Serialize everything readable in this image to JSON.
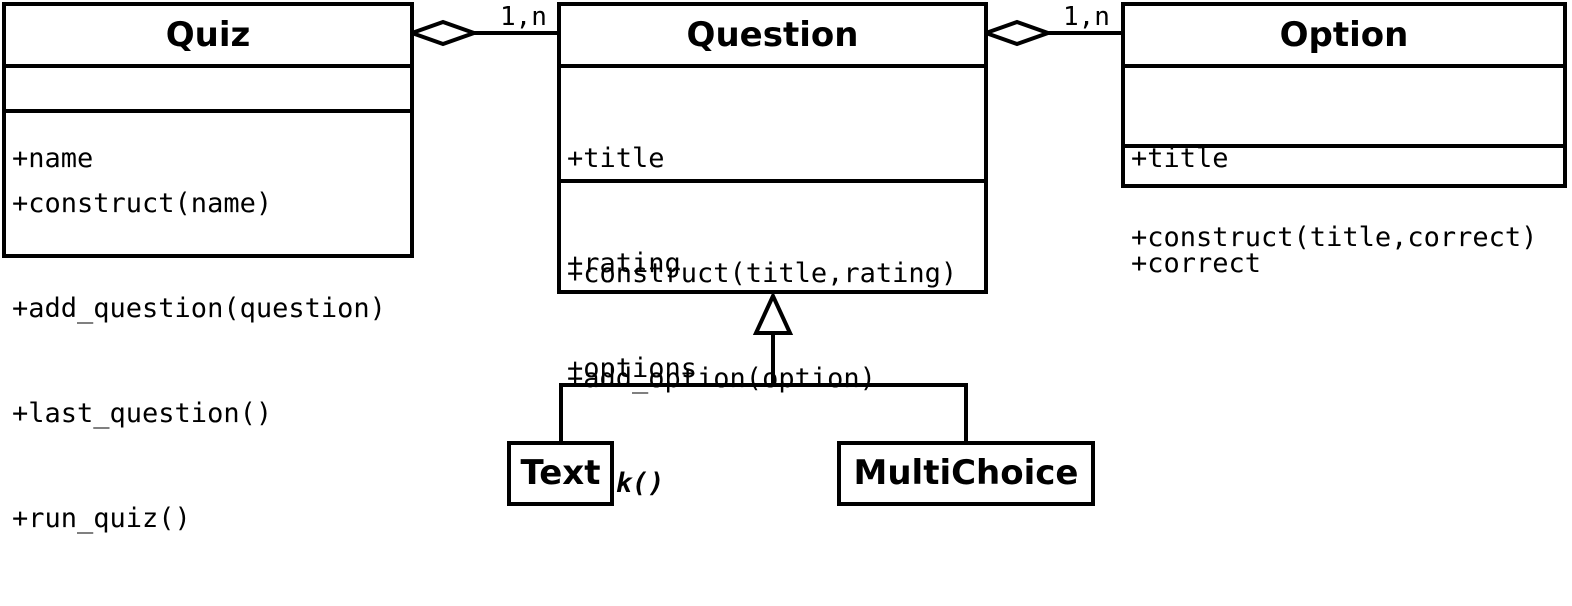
{
  "classes": {
    "quiz": {
      "name": "Quiz",
      "attributes": [
        "+name"
      ],
      "methods": [
        "+construct(name)",
        "+add_question(question)",
        "+last_question()",
        "+run_quiz()"
      ]
    },
    "question": {
      "name": "Question",
      "attributes": [
        "+title",
        "+rating",
        "+options"
      ],
      "methods": [
        "+construct(title,rating)",
        "+add_option(option)"
      ],
      "abstract_method": "+ask()"
    },
    "option": {
      "name": "Option",
      "attributes": [
        "+title",
        "+correct"
      ],
      "methods": [
        "+construct(title,correct)"
      ]
    },
    "text": {
      "name": "Text"
    },
    "multichoice": {
      "name": "MultiChoice"
    }
  },
  "associations": {
    "quiz_question": {
      "multiplicity": "1,n"
    },
    "question_option": {
      "multiplicity": "1,n"
    }
  }
}
